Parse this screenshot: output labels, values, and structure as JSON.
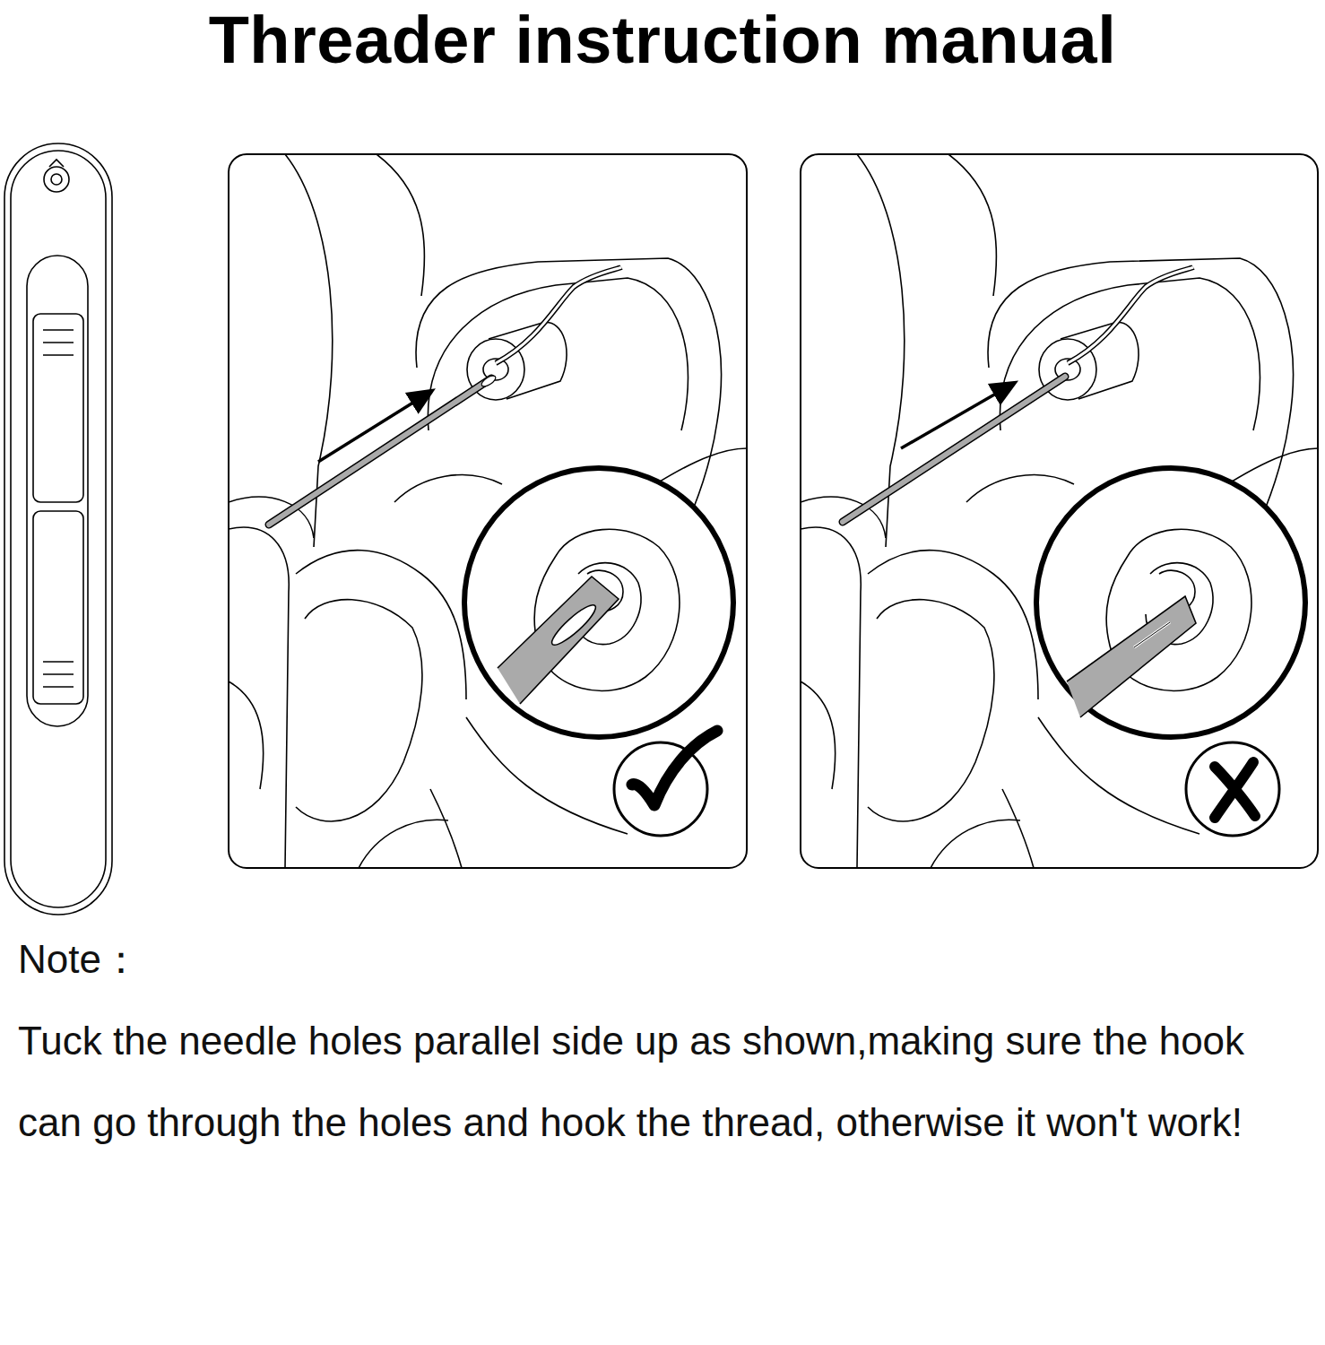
{
  "diagram": {
    "title": "Threader instruction manual",
    "labels": [
      "Note：",
      "Tuck the needle holes parallel side up as shown,making sure the hook can go through the holes and hook the thread, otherwise it won't work!"
    ]
  }
}
